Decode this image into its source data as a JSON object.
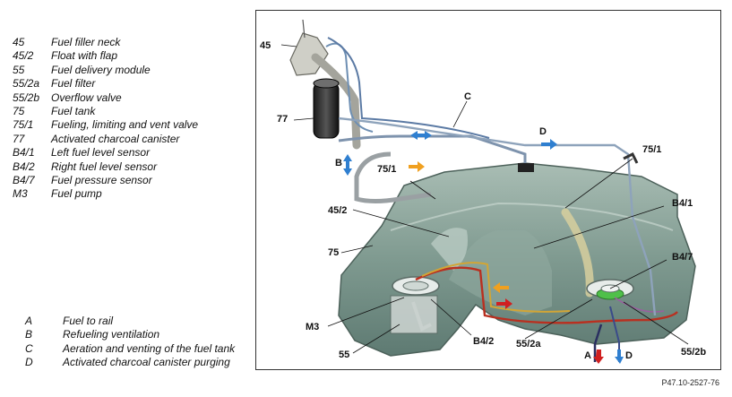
{
  "parts_legend": [
    {
      "code": "45",
      "desc": "Fuel filler neck"
    },
    {
      "code": "45/2",
      "desc": "Float with flap"
    },
    {
      "code": "55",
      "desc": "Fuel delivery module"
    },
    {
      "code": "55/2a",
      "desc": "Fuel filter"
    },
    {
      "code": "55/2b",
      "desc": "Overflow valve"
    },
    {
      "code": "75",
      "desc": "Fuel tank"
    },
    {
      "code": "75/1",
      "desc": "Fueling, limiting and vent valve"
    },
    {
      "code": "77",
      "desc": "Activated charcoal canister"
    },
    {
      "code": "B4/1",
      "desc": "Left fuel level sensor"
    },
    {
      "code": "B4/2",
      "desc": "Right fuel level sensor"
    },
    {
      "code": "B4/7",
      "desc": "Fuel pressure sensor"
    },
    {
      "code": "M3",
      "desc": "Fuel pump"
    }
  ],
  "flows_legend": [
    {
      "code": "A",
      "desc": "Fuel to rail"
    },
    {
      "code": "B",
      "desc": "Refueling ventilation"
    },
    {
      "code": "C",
      "desc": "Aeration and venting of the fuel tank"
    },
    {
      "code": "D",
      "desc": "Activated charcoal canister purging"
    }
  ],
  "callouts": {
    "c45": "45",
    "c77": "77",
    "cC": "C",
    "cD": "D",
    "cB": "B",
    "c75_1_left": "75/1",
    "c75_1_right": "75/1",
    "c45_2": "45/2",
    "cB4_1": "B4/1",
    "c75": "75",
    "cB4_7": "B4/7",
    "cM3": "M3",
    "c55": "55",
    "cB4_2": "B4/2",
    "c55_2a": "55/2a",
    "c55_2b": "55/2b",
    "cA": "A",
    "cD_bottom": "D"
  },
  "figure_ref": "P47.10-2527-76",
  "colors": {
    "flow_blue": "#2f7fd0",
    "flow_orange": "#f0a020",
    "flow_red": "#d02020",
    "tank": "#7f9a90",
    "line_gray": "#9aa0a3"
  }
}
